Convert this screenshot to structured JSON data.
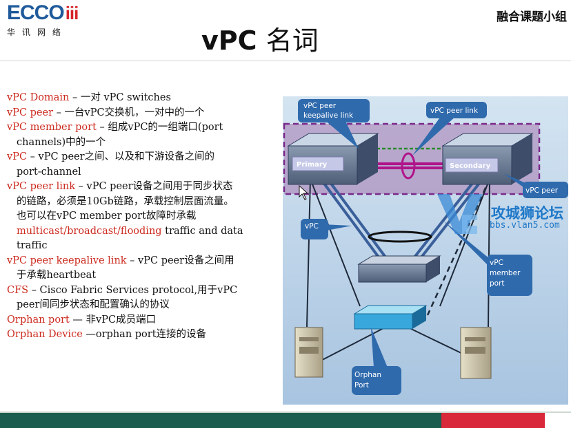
{
  "header": {
    "logo_main": "ECCO",
    "logo_dots": "iii",
    "logo_sub": "华讯网络",
    "group_name": "融合课题小组",
    "title_latin": "vPC",
    "title_cn": "名词"
  },
  "definitions": [
    {
      "term": "vPC Domain",
      "text": " – 一对 vPC switches"
    },
    {
      "term": "vPC peer",
      "text": " – 一台vPC交换机，一对中的一个"
    },
    {
      "term": "vPC member port",
      "text": " – 组成vPC的一组端口(port"
    },
    {
      "term": "",
      "text": "channels)中的一个",
      "indent": true
    },
    {
      "term": "vPC",
      "text": " – vPC peer之间、以及和下游设备之间的"
    },
    {
      "term": "",
      "text": "port-channel",
      "indent": true
    },
    {
      "term": "vPC peer link",
      "text": " – vPC peer设备之间用于同步状态"
    },
    {
      "term": "",
      "text": "的链路，必须是10Gb链路，承载控制层面流量。",
      "indent": true
    },
    {
      "term": "",
      "text": "也可以在vPC member port故障时承载",
      "indent": true
    },
    {
      "term": "multicast/broadcast/flooding",
      "text": " traffic and data",
      "indent": true
    },
    {
      "term": "",
      "text": "traffic",
      "indent": true
    },
    {
      "term": "vPC peer keepalive link",
      "text": " – vPC peer设备之间用"
    },
    {
      "term": "",
      "text": "于承载heartbeat",
      "indent": true
    },
    {
      "term": "CFS",
      "text": " – Cisco Fabric Services protocol,用于vPC"
    },
    {
      "term": "",
      "text": "peer间同步状态和配置确认的协议",
      "indent": true
    },
    {
      "term": "Orphan port",
      "text": " — 非vPC成员端口"
    },
    {
      "term": "Orphan Device",
      "text": " —orphan port连接的设备"
    }
  ],
  "diagram": {
    "callout_keepalive": [
      "vPC peer",
      "keepalive link"
    ],
    "callout_peer_link": "vPC peer link",
    "switch_primary": "Primary",
    "switch_secondary": "Secondary",
    "callout_vpc_peer": "vPC peer",
    "callout_vpc": "vPC",
    "callout_member_port": [
      "vPC",
      "member",
      "port"
    ],
    "callout_orphan_port": [
      "Orphan",
      "Port"
    ]
  },
  "watermark": {
    "text_cn": "攻城狮论坛",
    "url": "bbs.vlan5.com"
  },
  "colors": {
    "term": "#cc2a1e",
    "callout": "#2f6aad",
    "domain_box": "#7a2a8a",
    "footer_green": "#1b5e50",
    "footer_red": "#d9283a"
  }
}
